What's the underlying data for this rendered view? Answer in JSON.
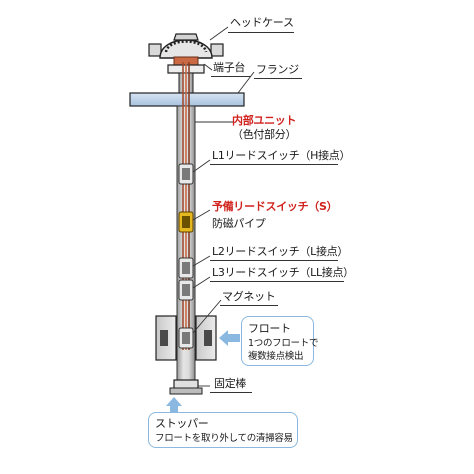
{
  "labels": {
    "head_case": "ヘッドケース",
    "terminal_block": "端子台",
    "flange": "フランジ",
    "inner_unit": "内部ユニット",
    "inner_unit_note": "（色付部分）",
    "l1_switch": "L1リードスイッチ（H接点）",
    "spare_switch": "予備リードスイッチ（S）",
    "magnetic_pipe": "防磁パイプ",
    "l2_switch": "L2リードスイッチ（L接点）",
    "l3_switch": "L3リードスイッチ（LL接点）",
    "magnet": "マグネット",
    "fixing_rod": "固定棒"
  },
  "callouts": {
    "float": {
      "title": "フロート",
      "line1": "1つのフロートで",
      "line2": "複数接点検出"
    },
    "stopper": {
      "title": "ストッパー",
      "line1": "フロートを取り外しての清掃容易"
    }
  },
  "colors": {
    "accent_red": "#d0231e",
    "callout_border": "#8ab8e0",
    "arrow_blue": "#8ab8e0",
    "pipe_gray": "#cfcfcf",
    "flange_blue": "#bcd2ea",
    "wire_brown": "#b0583c",
    "switch_yellow": "#e6b820"
  }
}
